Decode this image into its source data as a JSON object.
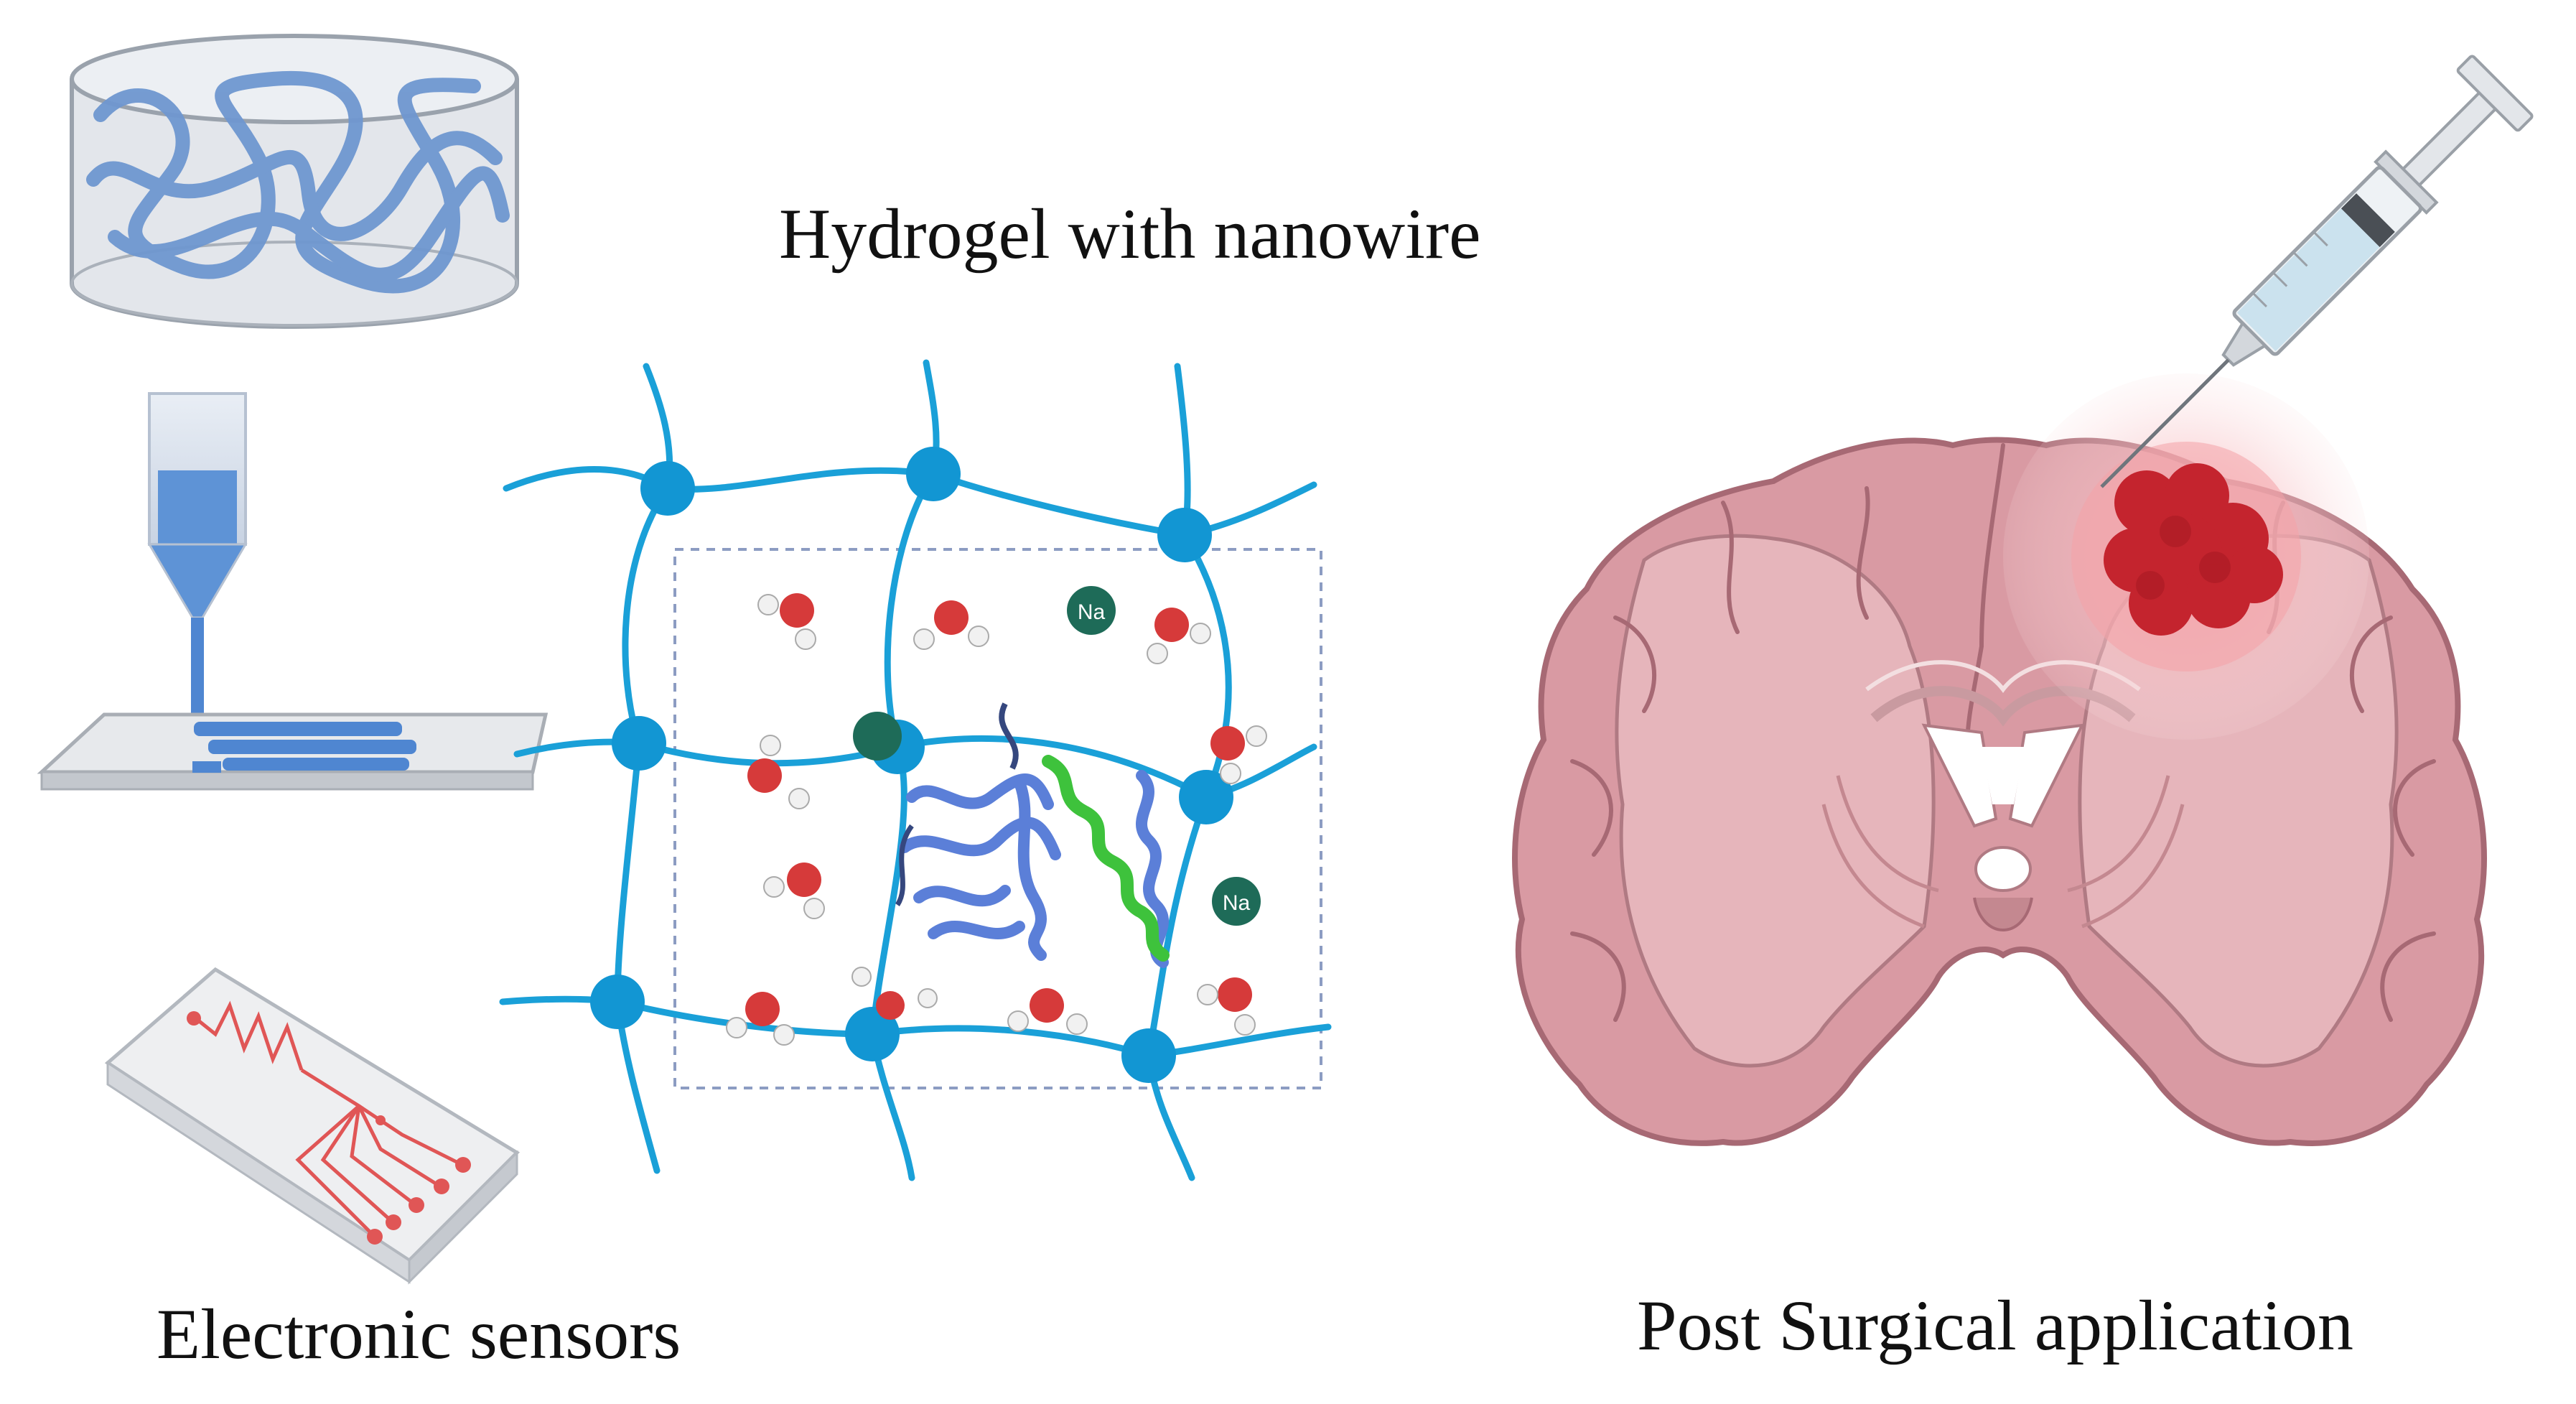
{
  "labels": {
    "hydrogel_title": "Hydrogel with nanowire",
    "sensors_title": "Electronic sensors",
    "post_surgical_title": "Post Surgical application"
  },
  "molecules": {
    "water_atom": "O",
    "sodium_atom": "Na"
  },
  "colors": {
    "network_blue": "#1aa0d8",
    "node_blue": "#1296d3",
    "water_red": "#d63a3a",
    "sodium_green": "#1e6b58",
    "brain_pink": "#d99aa3",
    "brain_outline": "#a76974",
    "tumor_red": "#c4242e",
    "hydrogel_blue": "#6f97d0",
    "sensor_red": "#e05656",
    "protein_blue": "#5b7fd8",
    "protein_green": "#3ec23c"
  },
  "icons": [
    "hydrogel-cylinder-icon",
    "bioprinter-nozzle-icon",
    "electronic-sensor-chip-icon",
    "polymer-network-icon",
    "protein-icon",
    "brain-coronal-section-icon",
    "tumor-icon",
    "syringe-icon"
  ]
}
